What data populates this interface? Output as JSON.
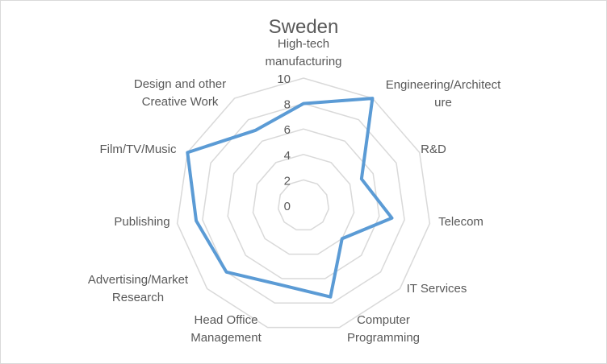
{
  "chart_data": {
    "type": "radar",
    "title": "Sweden",
    "categories": [
      "High-tech\nmanufacturing",
      "Engineering/Architect\nure",
      "R&D",
      "Telecom",
      "IT Services",
      "Computer\nProgramming",
      "Head Office\nManagement",
      "Advertising/Market\nResearch",
      "Publishing",
      "Film/TV/Music",
      "Design and other\nCreative Work"
    ],
    "series": [
      {
        "name": "Sweden",
        "values": [
          8,
          10,
          5,
          7,
          4,
          7.5,
          6.5,
          8,
          8.5,
          10,
          7
        ],
        "color": "#5b9bd5"
      }
    ],
    "rlim": [
      0,
      10
    ],
    "ticks": [
      "0",
      "2",
      "4",
      "6",
      "8",
      "10"
    ],
    "grid": true,
    "gridColor": "#d9d9d9"
  }
}
